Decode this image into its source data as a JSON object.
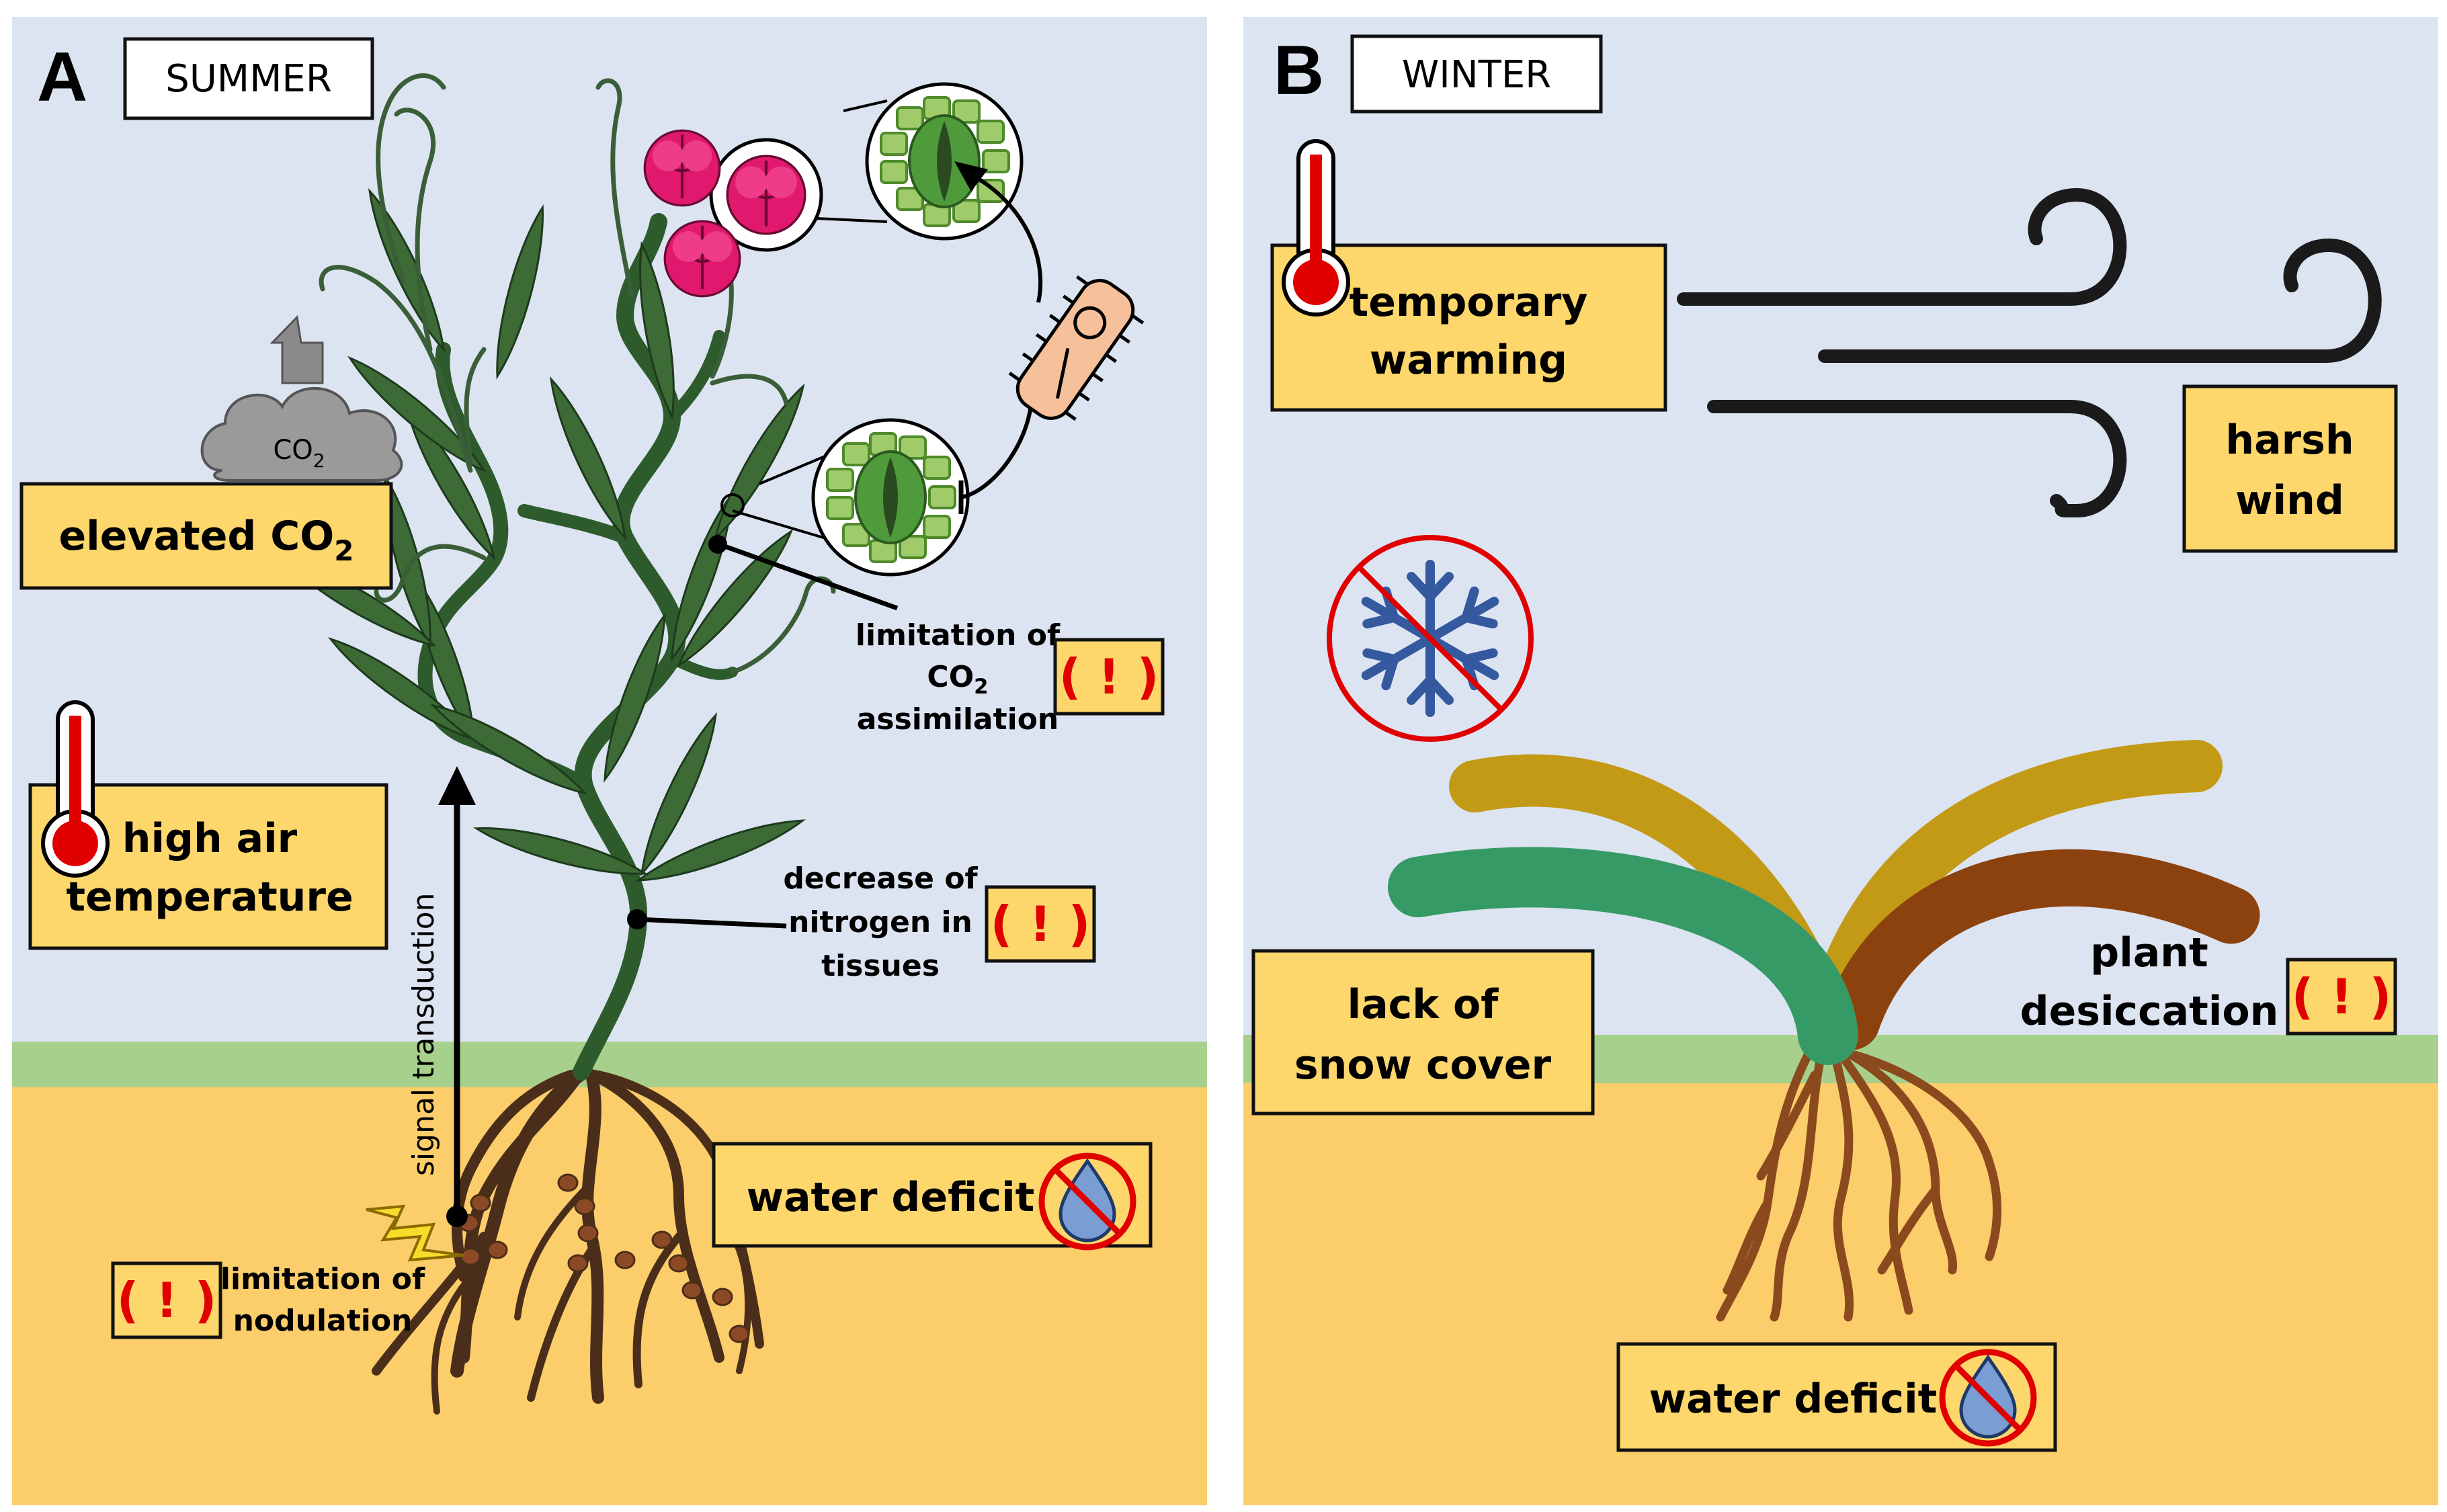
{
  "panel_a": {
    "letter": "A",
    "season": "SUMMER",
    "co2_cloud": "CO",
    "co2_cloud_sub": "2",
    "elevated_co2": "elevated CO",
    "elevated_co2_sub": "2",
    "high_air_temp_line1": "high air",
    "high_air_temp_line2": "temperature",
    "signal_transduction": "signal transduction",
    "co2_limit_line1": "limitation of",
    "co2_limit_line2": "CO",
    "co2_limit_line2_sub": "2",
    "co2_limit_line3": "assimilation",
    "nitrogen_line1": "decrease of",
    "nitrogen_line2": "nitrogen in",
    "nitrogen_line3": "tissues",
    "water_deficit": "water deficit",
    "nodulation_line1": "limitation of",
    "nodulation_line2": "nodulation",
    "warning": "( ! )"
  },
  "panel_b": {
    "letter": "B",
    "season": "WINTER",
    "temp_warming_line1": "temporary",
    "temp_warming_line2": "warming",
    "harsh_wind_line1": "harsh",
    "harsh_wind_line2": "wind",
    "snow_line1": "lack of",
    "snow_line2": "snow cover",
    "desiccation_line1": "plant",
    "desiccation_line2": "desiccation",
    "water_deficit": "water deficit",
    "warning": "( ! )"
  },
  "colors": {
    "sky": "#dce4f2",
    "grass": "#a8d08d",
    "soil": "#fbcd6b",
    "label_box": "#fdd76c",
    "warning_text": "#e00000",
    "stem_green": "#2e5b2c",
    "leaf_green": "#3d6b36",
    "flower_pink": "#e0196e",
    "root_brown": "#4a2e1a",
    "winter_leaf_green": "#369a66",
    "winter_leaf_gold": "#c39a16",
    "winter_leaf_brown": "#8b420e",
    "snowflake_blue": "#35599f",
    "prohibit_red": "#e00000",
    "water_drop_blue": "#7a9ed4"
  },
  "icons": [
    "thermometer-icon",
    "co2-cloud-icon",
    "water-drop-prohibited-icon",
    "lightning-icon",
    "bacterium-icon",
    "stomata-icon",
    "flower-icon",
    "snowflake-prohibited-icon",
    "wind-icon"
  ]
}
